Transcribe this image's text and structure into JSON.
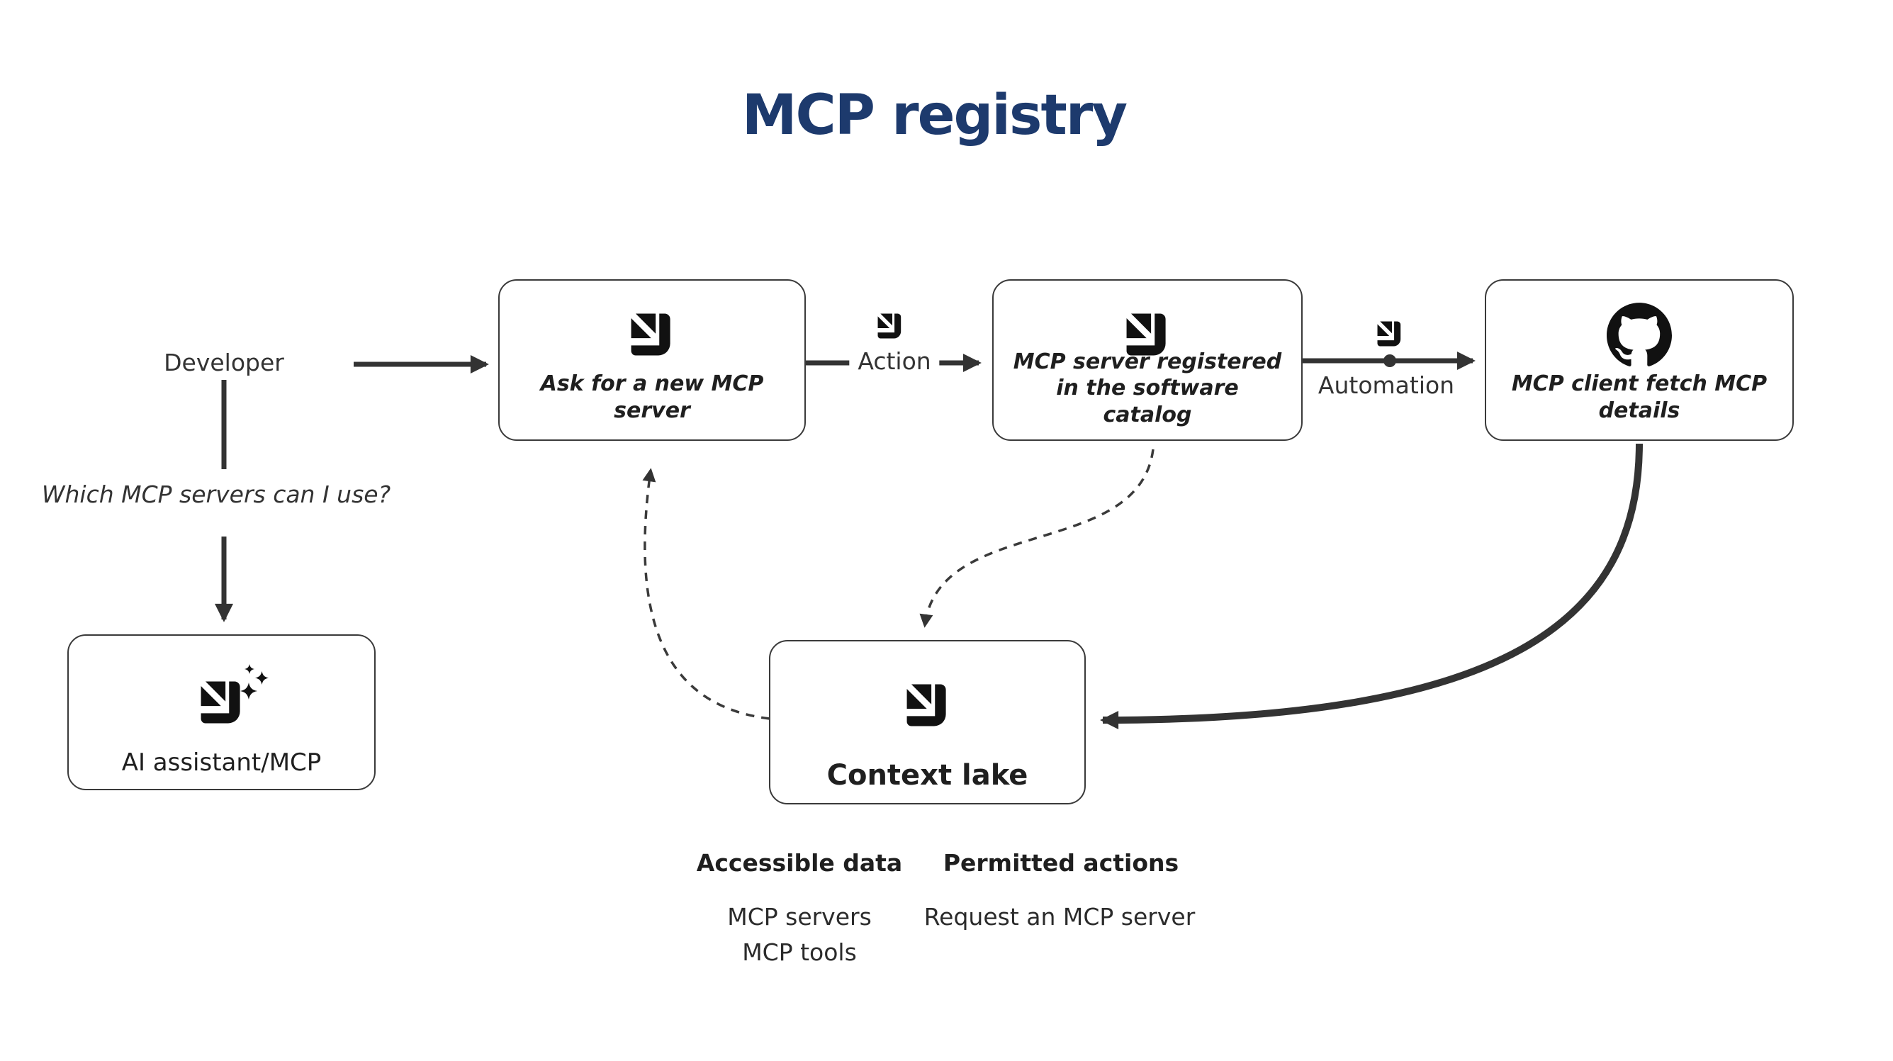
{
  "title": "MCP registry",
  "colors": {
    "title_navy": "#1d3a6d",
    "line": "#333333",
    "node_border": "#3a3a3a",
    "icon_black": "#111111"
  },
  "developer": {
    "label": "Developer",
    "question": "Which MCP servers can I use?"
  },
  "nodes": {
    "ai": {
      "label": "AI assistant/MCP",
      "icon": "port-logo-sparkles-icon"
    },
    "ask": {
      "label": "Ask for a new MCP server",
      "icon": "port-logo-icon"
    },
    "registered": {
      "label": "MCP server registered in the software catalog",
      "icon": "port-logo-icon"
    },
    "fetch": {
      "label": "MCP client fetch MCP details",
      "icon": "github-icon"
    },
    "context": {
      "label": "Context lake",
      "icon": "port-logo-icon"
    }
  },
  "edges": {
    "developer_to_ask": {
      "style": "solid-arrow"
    },
    "developer_to_ai": {
      "style": "solid-arrow"
    },
    "action": {
      "label": "Action",
      "icon": "port-logo-icon",
      "style": "solid-arrow"
    },
    "automation": {
      "label": "Automation",
      "icon": "port-logo-icon",
      "style": "solid-arrow-dot"
    },
    "context_to_ask": {
      "style": "dashed-arrow"
    },
    "registered_to_context": {
      "style": "dashed-arrow"
    },
    "fetch_to_context": {
      "style": "solid-curve-arrow"
    }
  },
  "legend": {
    "columns": [
      {
        "header": "Accessible data",
        "items": [
          "MCP servers",
          "MCP tools"
        ]
      },
      {
        "header": "Permitted actions",
        "items": [
          "Request an MCP server"
        ]
      }
    ]
  }
}
